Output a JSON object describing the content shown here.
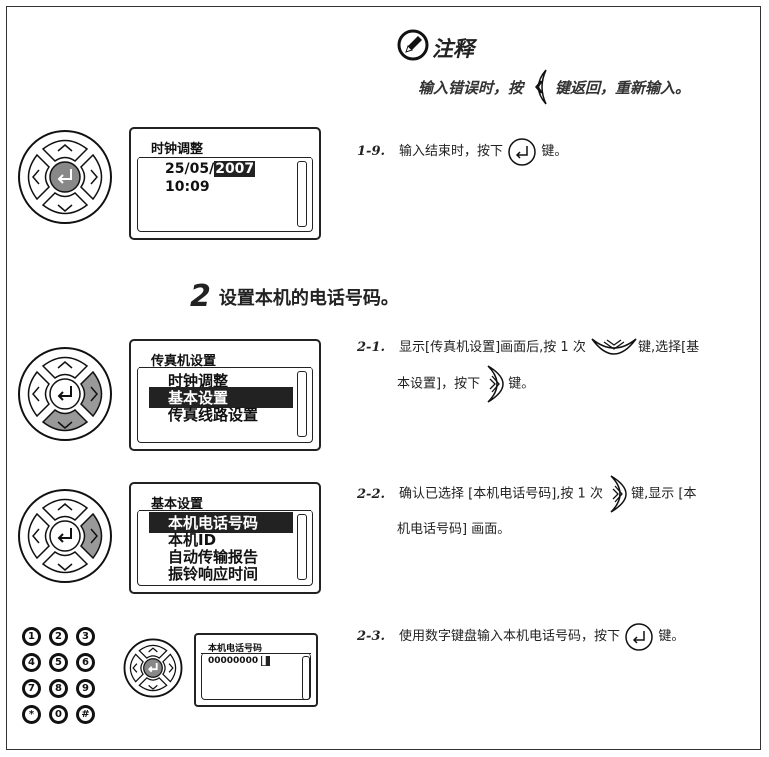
{
  "note": {
    "title": "注释",
    "text_before": "输入错误时，按",
    "text_after": "键返回，重新输入。",
    "icon": "pencil-icon",
    "key_icon": "back-key-icon"
  },
  "section2": {
    "number": "2",
    "title": "设置本机的电话号码。"
  },
  "screens": {
    "clock": {
      "title": "时钟调整",
      "date_prefix": "25/05/",
      "date_selected": "2007",
      "time": "10:09"
    },
    "fax_settings": {
      "title": "传真机设置",
      "items": [
        "时钟调整",
        "基本设置",
        "传真线路设置"
      ],
      "selected_index": 1
    },
    "basic_settings": {
      "title": "基本设置",
      "items": [
        "本机电话号码",
        "本机ID",
        "自动传输报告",
        "振铃响应时间"
      ],
      "selected_index": 0
    },
    "phone_number": {
      "title": "本机电话号码",
      "value": "00000000"
    }
  },
  "steps": {
    "s1_9": {
      "num": "1-9.",
      "before": "输入结束时，按下",
      "after": "键。"
    },
    "s2_1": {
      "num": "2-1.",
      "line1_a": "显示[传真机设置]画面后,按 1 次",
      "line1_b": "键,选择[基",
      "line2_a": "本设置]，按下",
      "line2_b": "键。"
    },
    "s2_2": {
      "num": "2-2.",
      "line1_a": "确认已选择 [本机电话号码],按 1 次",
      "line1_b": "键,显示 [本",
      "line2": "机电话号码] 画面。"
    },
    "s2_3": {
      "num": "2-3.",
      "before": "使用数字键盘输入本机电话号码，按下",
      "after": "键。"
    }
  },
  "numpad": [
    "1",
    "2",
    "3",
    "4",
    "5",
    "6",
    "7",
    "8",
    "9",
    "*",
    "0",
    "#"
  ]
}
